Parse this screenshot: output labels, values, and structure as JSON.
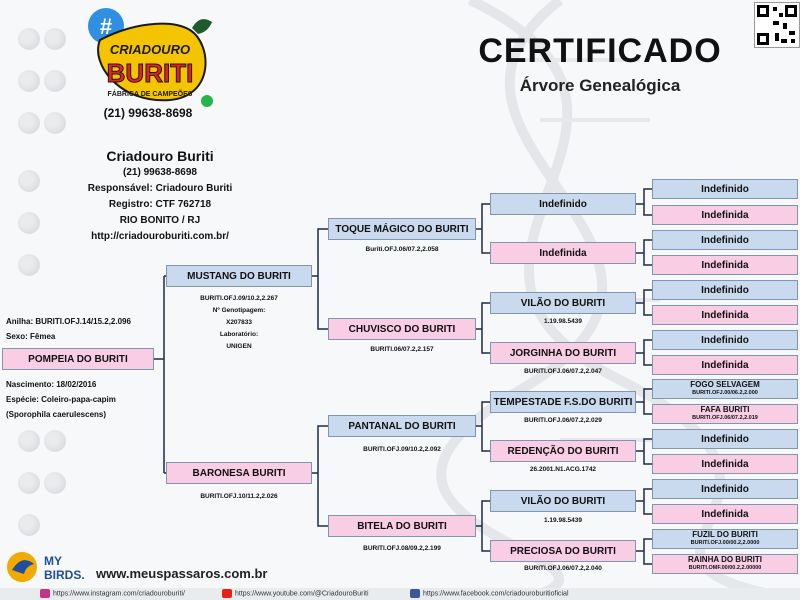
{
  "header": {
    "title": "CERTIFICADO",
    "subtitle": "Árvore Genealógica"
  },
  "logo": {
    "hash": "#",
    "line1": "CRIADOURO",
    "line2": "BURITI",
    "tagline": "FÁBRICA DE CAMPEÕES",
    "phone": "(21) 99638-8698"
  },
  "breeder": {
    "name": "Criadouro Buriti",
    "phone": "(21) 99638-8698",
    "responsible": "Responsável: Criadouro Buriti",
    "registry": "Registro: CTF 762718",
    "city": "RIO BONITO / RJ",
    "url": "http://criadouroburiti.com.br/"
  },
  "subject": {
    "ring": "Anilha: BURITI.OFJ.14/15.2,2.096",
    "sex": "Sexo: Fêmea",
    "name": "POMPEIA DO BURITI",
    "birth": "Nascimento: 18/02/2016",
    "species": "Espécie: Coleiro-papa-capim",
    "scientific": "(Sporophila caerulescens)"
  },
  "gen1": {
    "father": {
      "name": "MUSTANG DO BURITI",
      "code": "BURITI.OFJ.09/10.2,2.267",
      "genotype_label": "Nº Genotipagem:",
      "genotype": "X207833",
      "lab_label": "Laboratório:",
      "lab": "UNIGEN"
    },
    "mother": {
      "name": "BARONESA BURITI",
      "code": "BURITI.OFJ.10/11.2,2.026"
    }
  },
  "gen2": [
    {
      "name": "TOQUE MÁGICO DO BURITI",
      "code": "Buriti.OFJ.06/07.2,2.058"
    },
    {
      "name": "CHUVISCO DO BURITI",
      "code": "BURITI.06/07.2,2.157"
    },
    {
      "name": "PANTANAL DO BURITI",
      "code": "BURITI.OFJ.09/10.2,2.092"
    },
    {
      "name": "BITELA DO BURITI",
      "code": "BURITI.OFJ.08/09.2,2.199"
    }
  ],
  "gen3": [
    {
      "name": "Indefinido",
      "code": ""
    },
    {
      "name": "Indefinida",
      "code": ""
    },
    {
      "name": "VILÃO DO BURITI",
      "code": "1.19.98.5439"
    },
    {
      "name": "JORGINHA DO BURITI",
      "code": "BURITI.OFJ.06/07.2,2.047"
    },
    {
      "name": "TEMPESTADE F.S.DO BURITI",
      "code": "BURITI.OFJ.06/07.2,2.029"
    },
    {
      "name": "REDENÇÃO DO BURITI",
      "code": "26.2001.N1.ACG.1742"
    },
    {
      "name": "VILÃO DO BURITI",
      "code": "1.19.98.5439"
    },
    {
      "name": "PRECIOSA DO BURITI",
      "code": "BURITI.OFJ.06/07.2,2.040"
    }
  ],
  "gen4": [
    {
      "name": "Indefinido",
      "code": ""
    },
    {
      "name": "Indefinida",
      "code": ""
    },
    {
      "name": "Indefinido",
      "code": ""
    },
    {
      "name": "Indefinida",
      "code": ""
    },
    {
      "name": "Indefinido",
      "code": ""
    },
    {
      "name": "Indefinida",
      "code": ""
    },
    {
      "name": "Indefinido",
      "code": ""
    },
    {
      "name": "Indefinida",
      "code": ""
    },
    {
      "name": "FOGO SELVAGEM",
      "code": "BURITI.OFJ.00/06.2,2.000"
    },
    {
      "name": "FAFA BURITI",
      "code": "BURITI.OFJ.06/07.2,2.019"
    },
    {
      "name": "Indefinido",
      "code": ""
    },
    {
      "name": "Indefinida",
      "code": ""
    },
    {
      "name": "Indefinido",
      "code": ""
    },
    {
      "name": "Indefinida",
      "code": ""
    },
    {
      "name": "FUZIL DO BURITI",
      "code": "BURITI.OFJ.00/00.2,2.0000"
    },
    {
      "name": "RAINHA DO BURITI",
      "code": "BURITI.OMF.00/00.2,2.00000"
    }
  ],
  "footer": {
    "site": "www.meuspassaros.com.br",
    "brand_top": "MY",
    "brand_bottom": "BIRDS.",
    "instagram": "https://www.instagram.com/criadouroburiti/",
    "youtube": "https://www.youtube.com/@CriadouroBuriti",
    "facebook": "https://www.facebook.com/criadouroburitioficial"
  },
  "colors": {
    "male_box": "#c9d9ee",
    "female_box": "#f9cde4",
    "border": "#7f95b0",
    "line": "#1f2a44"
  }
}
